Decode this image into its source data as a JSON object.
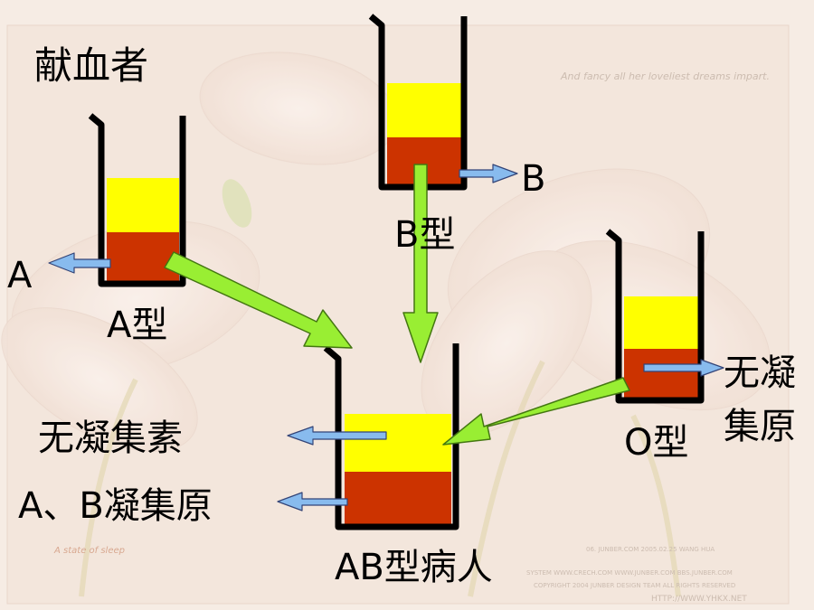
{
  "title": "献血者",
  "beakers": {
    "a": {
      "type_label": "A型",
      "antigen_label": "A"
    },
    "b": {
      "type_label": "B型",
      "antigen_label": "B"
    },
    "o": {
      "type_label": "O型",
      "antigen_label_line1": "无凝",
      "antigen_label_line2": "集原"
    },
    "ab": {
      "type_label": "AB型病人",
      "serum_label": "无凝集素",
      "cell_label": "A、B凝集原"
    }
  },
  "colors": {
    "plasma": "#ffff00",
    "cells": "#cc3300",
    "transfusion_arrow": "#99ee33",
    "label_arrow": "#88bbee"
  },
  "watermark": {
    "tagline": "And fancy all her loveliest dreams impart.",
    "logo": "A state of sleep",
    "credits_line1": "06. JUNBER.COM     2005.02.25     WANG HUA",
    "credits_line2": "SYSTEM   WWW.CRECH.COM   WWW.JUNBER.COM   BBS.JUNBER.COM",
    "credits_line3": "COPYRIGHT 2004 JUNBER DESIGN TEAM   ALL RIGHTS RESERVED",
    "url": "HTTP://WWW.YHKX.NET"
  }
}
